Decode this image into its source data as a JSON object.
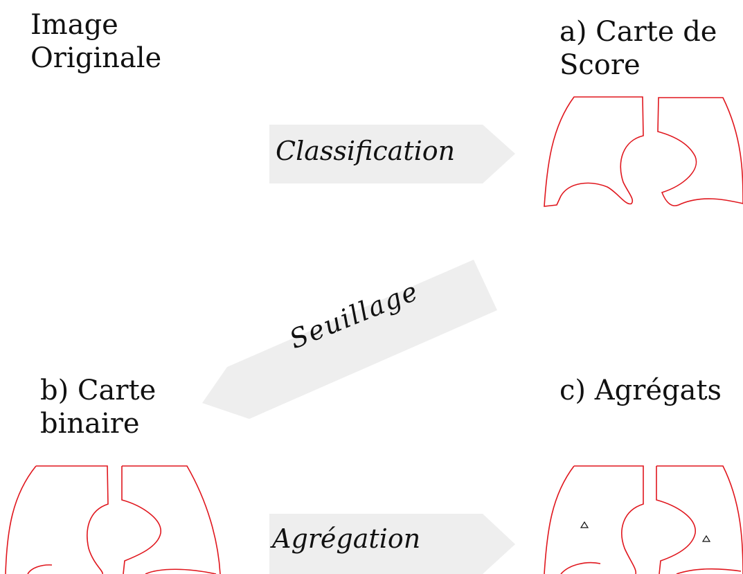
{
  "labels": {
    "original_line1": "Image",
    "original_line2": "Originale",
    "score_line1": "a) Carte de",
    "score_line2": "Score",
    "binaire_line1": "b) Carte",
    "binaire_line2": "binaire",
    "agregats": "c) Agrégats"
  },
  "arrows": {
    "classification": "Classification",
    "seuillage": "Seuillage",
    "agregation": "Agrégation"
  },
  "colors": {
    "outline": "#e0161d",
    "arrow_fill": "#eeeeee",
    "text": "#111111"
  }
}
